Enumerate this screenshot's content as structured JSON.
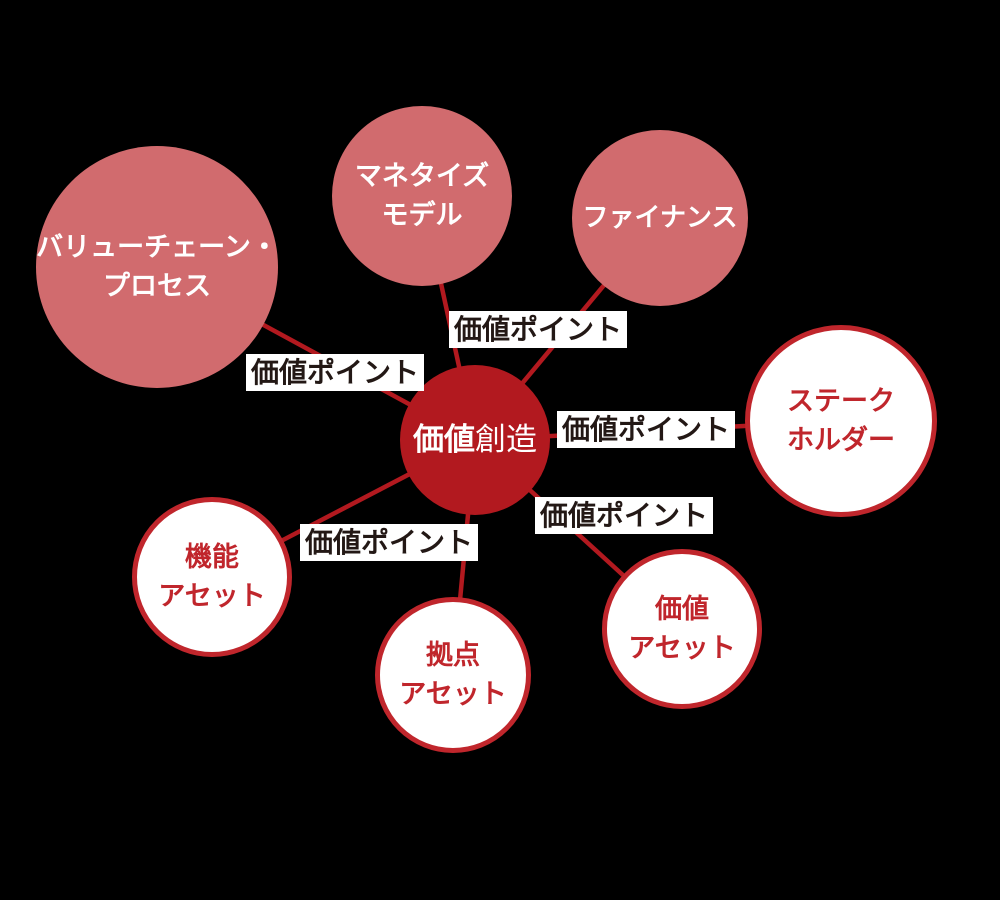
{
  "diagram": {
    "title_semantic": "value-creation-network-diagram",
    "center": {
      "label_emphasis": "価値",
      "label_rest": "創造"
    },
    "nodes": {
      "value_chain": {
        "label": "バリューチェーン・\nプロセス",
        "style": "filled"
      },
      "monetize": {
        "label": "マネタイズ\nモデル",
        "style": "filled"
      },
      "finance": {
        "label": "ファイナンス",
        "style": "filled"
      },
      "stakeholder": {
        "label": "ステーク\nホルダー",
        "style": "outlined"
      },
      "function_asset": {
        "label": "機能\nアセット",
        "style": "outlined"
      },
      "base_asset": {
        "label": "拠点\nアセット",
        "style": "outlined"
      },
      "value_asset": {
        "label": "価値\nアセット",
        "style": "outlined"
      }
    },
    "edge_label": "価値ポイント",
    "colors": {
      "background": "#000000",
      "center_fill": "#b2191f",
      "filled_node": "#d16b6e",
      "outline": "#c0262c",
      "line": "#b2191f",
      "label_text": "#231815",
      "label_bg": "#ffffff"
    }
  }
}
